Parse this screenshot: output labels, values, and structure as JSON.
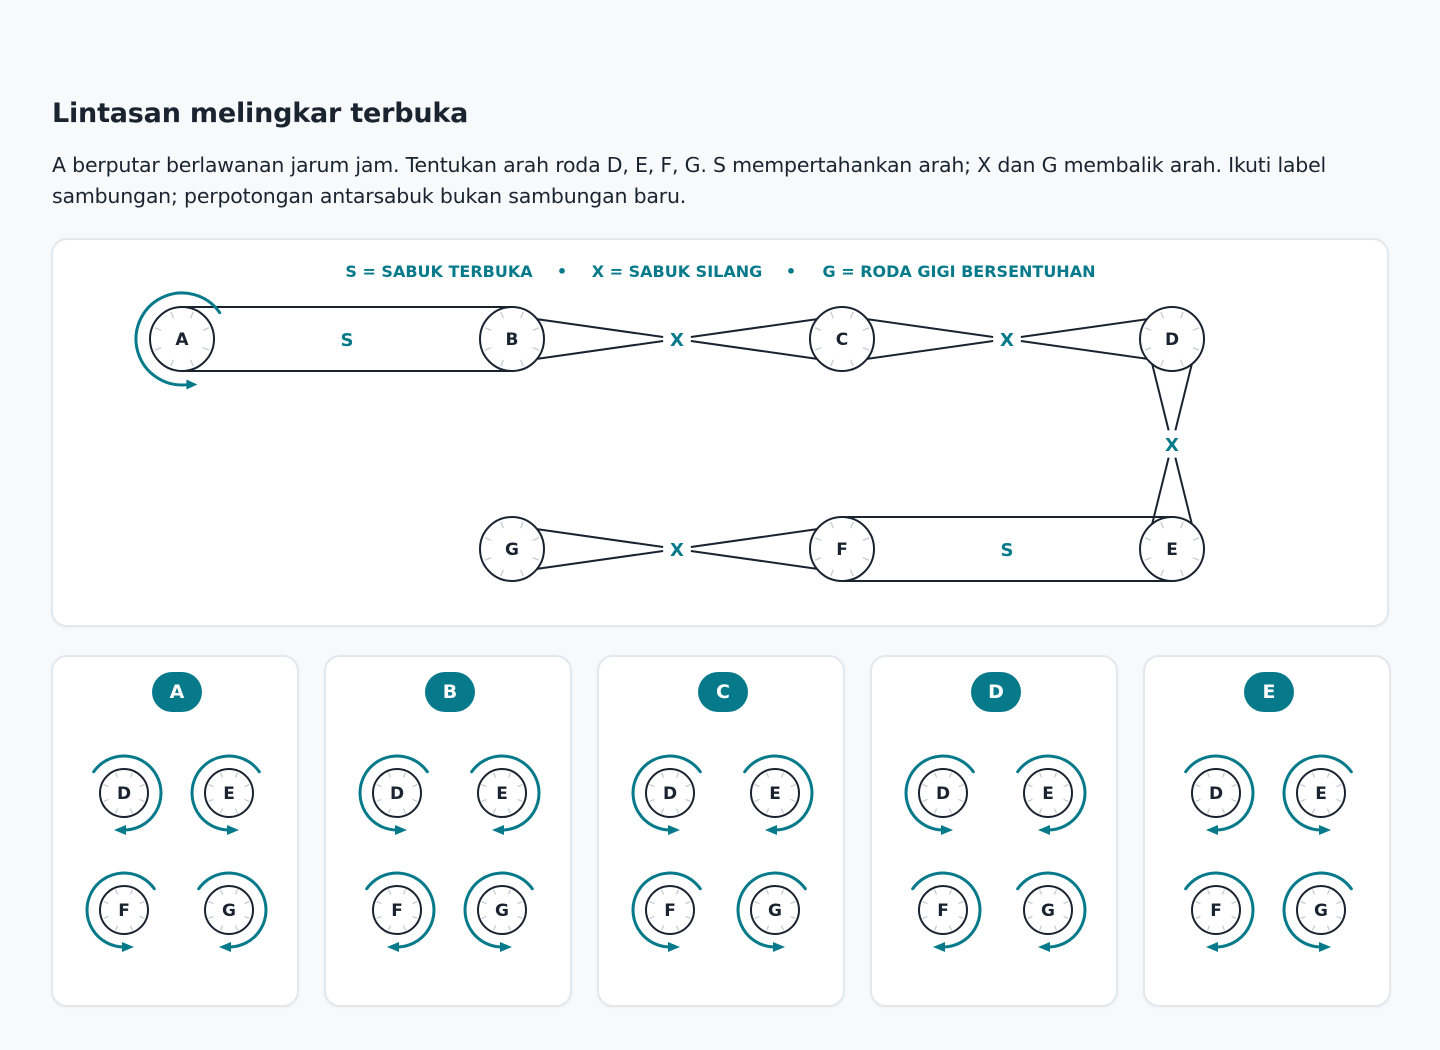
{
  "question": {
    "title": "Lintasan melingkar terbuka",
    "description": "A berputar berlawanan jarum jam. Tentukan arah roda D, E, F, G. S mempertahankan arah; X dan G membalik arah. Ikuti label sambungan; perpotongan antarsabuk bukan sambungan baru."
  },
  "legend": {
    "s": "S = SABUK TERBUKA",
    "x": "X = SABUK SILANG",
    "g": "G = RODA GIGI BERSENTUHAN",
    "separator": "•"
  },
  "colors": {
    "accent": "#067a8a",
    "ink": "#1a2330",
    "border": "#e3e8ec"
  },
  "diagram": {
    "wheels": [
      "A",
      "B",
      "C",
      "D",
      "E",
      "F",
      "G"
    ],
    "driver": {
      "wheel": "A",
      "direction": "ccw"
    },
    "connections": [
      {
        "from": "A",
        "to": "B",
        "type": "S",
        "label": "S"
      },
      {
        "from": "B",
        "to": "C",
        "type": "X",
        "label": "X"
      },
      {
        "from": "C",
        "to": "D",
        "type": "X",
        "label": "X"
      },
      {
        "from": "D",
        "to": "E",
        "type": "X",
        "label": "X"
      },
      {
        "from": "E",
        "to": "F",
        "type": "S",
        "label": "S"
      },
      {
        "from": "F",
        "to": "G",
        "type": "X",
        "label": "X"
      }
    ]
  },
  "options": [
    {
      "label": "A",
      "wheels": [
        {
          "name": "D",
          "dir": "cw"
        },
        {
          "name": "E",
          "dir": "ccw"
        },
        {
          "name": "F",
          "dir": "ccw"
        },
        {
          "name": "G",
          "dir": "cw"
        }
      ]
    },
    {
      "label": "B",
      "wheels": [
        {
          "name": "D",
          "dir": "ccw"
        },
        {
          "name": "E",
          "dir": "cw"
        },
        {
          "name": "F",
          "dir": "cw"
        },
        {
          "name": "G",
          "dir": "ccw"
        }
      ]
    },
    {
      "label": "C",
      "wheels": [
        {
          "name": "D",
          "dir": "ccw"
        },
        {
          "name": "E",
          "dir": "cw"
        },
        {
          "name": "F",
          "dir": "ccw"
        },
        {
          "name": "G",
          "dir": "ccw"
        }
      ]
    },
    {
      "label": "D",
      "wheels": [
        {
          "name": "D",
          "dir": "ccw"
        },
        {
          "name": "E",
          "dir": "cw"
        },
        {
          "name": "F",
          "dir": "cw"
        },
        {
          "name": "G",
          "dir": "cw"
        }
      ]
    },
    {
      "label": "E",
      "wheels": [
        {
          "name": "D",
          "dir": "cw"
        },
        {
          "name": "E",
          "dir": "ccw"
        },
        {
          "name": "F",
          "dir": "cw"
        },
        {
          "name": "G",
          "dir": "ccw"
        }
      ]
    }
  ]
}
